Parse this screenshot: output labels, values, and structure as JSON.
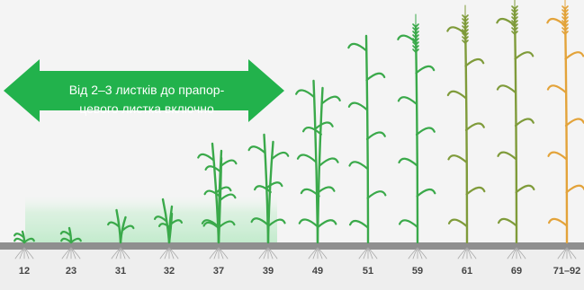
{
  "arrow": {
    "line1": "Від 2–3 листків до прапор-",
    "line2": "цевого листка включно",
    "color": "#22b24c"
  },
  "stages": [
    "12",
    "23",
    "31",
    "32",
    "37",
    "39",
    "49",
    "51",
    "59",
    "61",
    "69",
    "71–92"
  ],
  "colors": {
    "ground": "#909090",
    "highlight": "#cdeed4",
    "plant_green": "#3aa94a",
    "plant_olive": "#7f9b3a",
    "plant_ripe": "#e3a33a",
    "roots": "#a8a8a8",
    "background": "#f4f4f4"
  }
}
